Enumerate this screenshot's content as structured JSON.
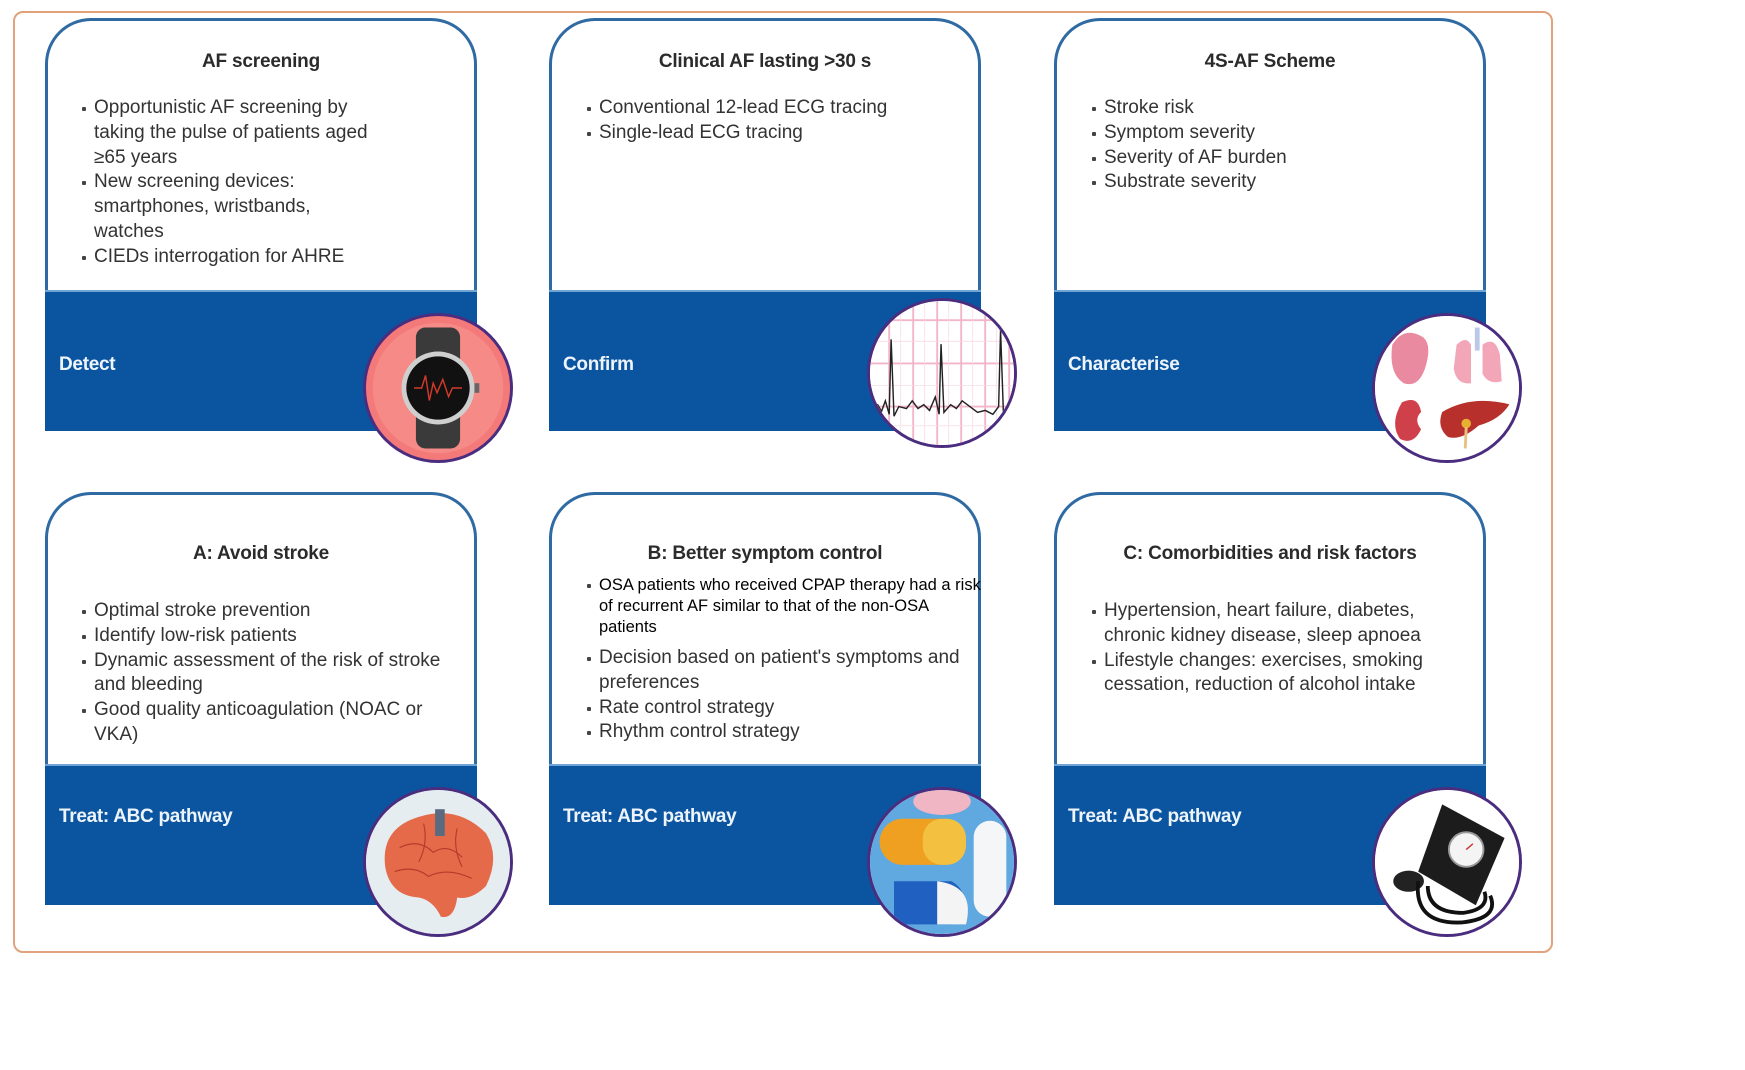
{
  "colors": {
    "frame_border": "#e2a27c",
    "card_border": "#2f6aa3",
    "band_blue": "#0b55a0",
    "badge_border": "#4b2d7f"
  },
  "cards": [
    {
      "title": "AF screening",
      "bullets": [
        "Opportunistic AF screening by taking the pulse of patients aged ≥65 years",
        "New screening devices: smartphones, wristbands, watches",
        "CIEDs interrogation for AHRE"
      ],
      "band_label": "Detect",
      "image": "smartwatch-icon"
    },
    {
      "title": "Clinical AF lasting >30 s",
      "bullets": [
        "Conventional 12-lead ECG tracing",
        "Single-lead ECG tracing"
      ],
      "band_label": "Confirm",
      "image": "ecg-strip-icon"
    },
    {
      "title": "4S-AF Scheme",
      "bullets": [
        "Stroke risk",
        "Symptom severity",
        "Severity of AF burden",
        "Substrate severity"
      ],
      "band_label": "Characterise",
      "image": "organs-icon"
    },
    {
      "title": "A: Avoid stroke",
      "bullets": [
        "Optimal stroke prevention",
        "Identify low-risk patients",
        "Dynamic assessment of the risk of stroke and bleeding",
        "Good quality anticoagulation (NOAC or VKA)"
      ],
      "band_label": "Treat: ABC pathway",
      "image": "brain-icon"
    },
    {
      "title": "B: Better symptom control",
      "bullets": [
        "OSA patients who received CPAP therapy had a risk of recurrent AF similar to that of the non-OSA patients",
        "Decision based on patient's symptoms and preferences",
        "Rate control strategy",
        "Rhythm control strategy"
      ],
      "band_label": "Treat: ABC pathway",
      "image": "pills-icon"
    },
    {
      "title": "C: Comorbidities and risk factors",
      "bullets": [
        "Hypertension, heart failure, diabetes, chronic kidney disease, sleep apnoea",
        "Lifestyle changes: exercises, smoking cessation, reduction of alcohol intake"
      ],
      "band_label": "Treat: ABC pathway",
      "image": "blood-pressure-cuff-icon"
    }
  ]
}
